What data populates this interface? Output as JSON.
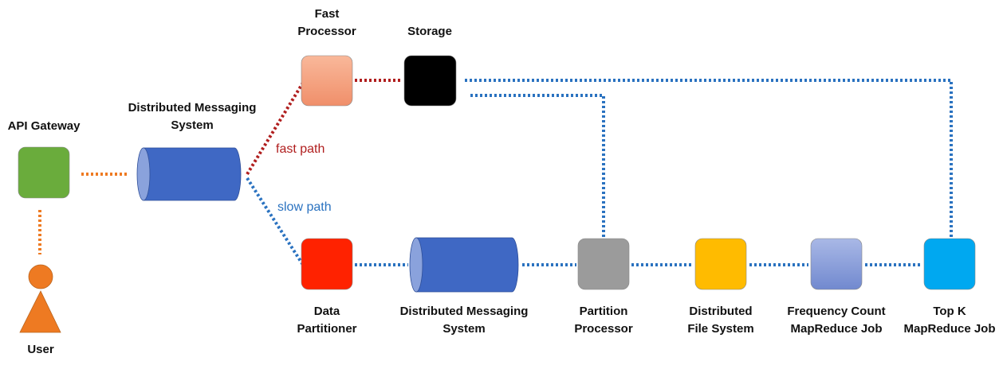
{
  "labels": {
    "user": "User",
    "api_gateway": "API Gateway",
    "messaging_top": [
      "Distributed Messaging",
      "System"
    ],
    "fast_processor": [
      "Fast",
      "Processor"
    ],
    "storage": "Storage",
    "fast_path": "fast path",
    "slow_path": "slow path",
    "data_partitioner": [
      "Data",
      "Partitioner"
    ],
    "messaging_bottom": [
      "Distributed Messaging",
      "System"
    ],
    "partition_processor": [
      "Partition",
      "Processor"
    ],
    "distributed_fs": [
      "Distributed",
      "File System"
    ],
    "frequency_count": [
      "Frequency Count",
      "MapReduce Job"
    ],
    "top_k": [
      "Top K",
      "MapReduce Job"
    ]
  },
  "colors": {
    "api_gateway": "#6aac3c",
    "fast_processor": "#f4a582",
    "storage": "#000000",
    "data_partitioner": "#ff2200",
    "partition_processor": "#9b9b9b",
    "distributed_fs": "#ffbb00",
    "frequency_count": "#8fa4dc",
    "top_k": "#00a8f0",
    "messaging": "#3f68c4",
    "user": "#ee7a22",
    "orange_line": "#ee7a22",
    "fast_line": "#b01e1e",
    "slow_line": "#2a72c0"
  }
}
